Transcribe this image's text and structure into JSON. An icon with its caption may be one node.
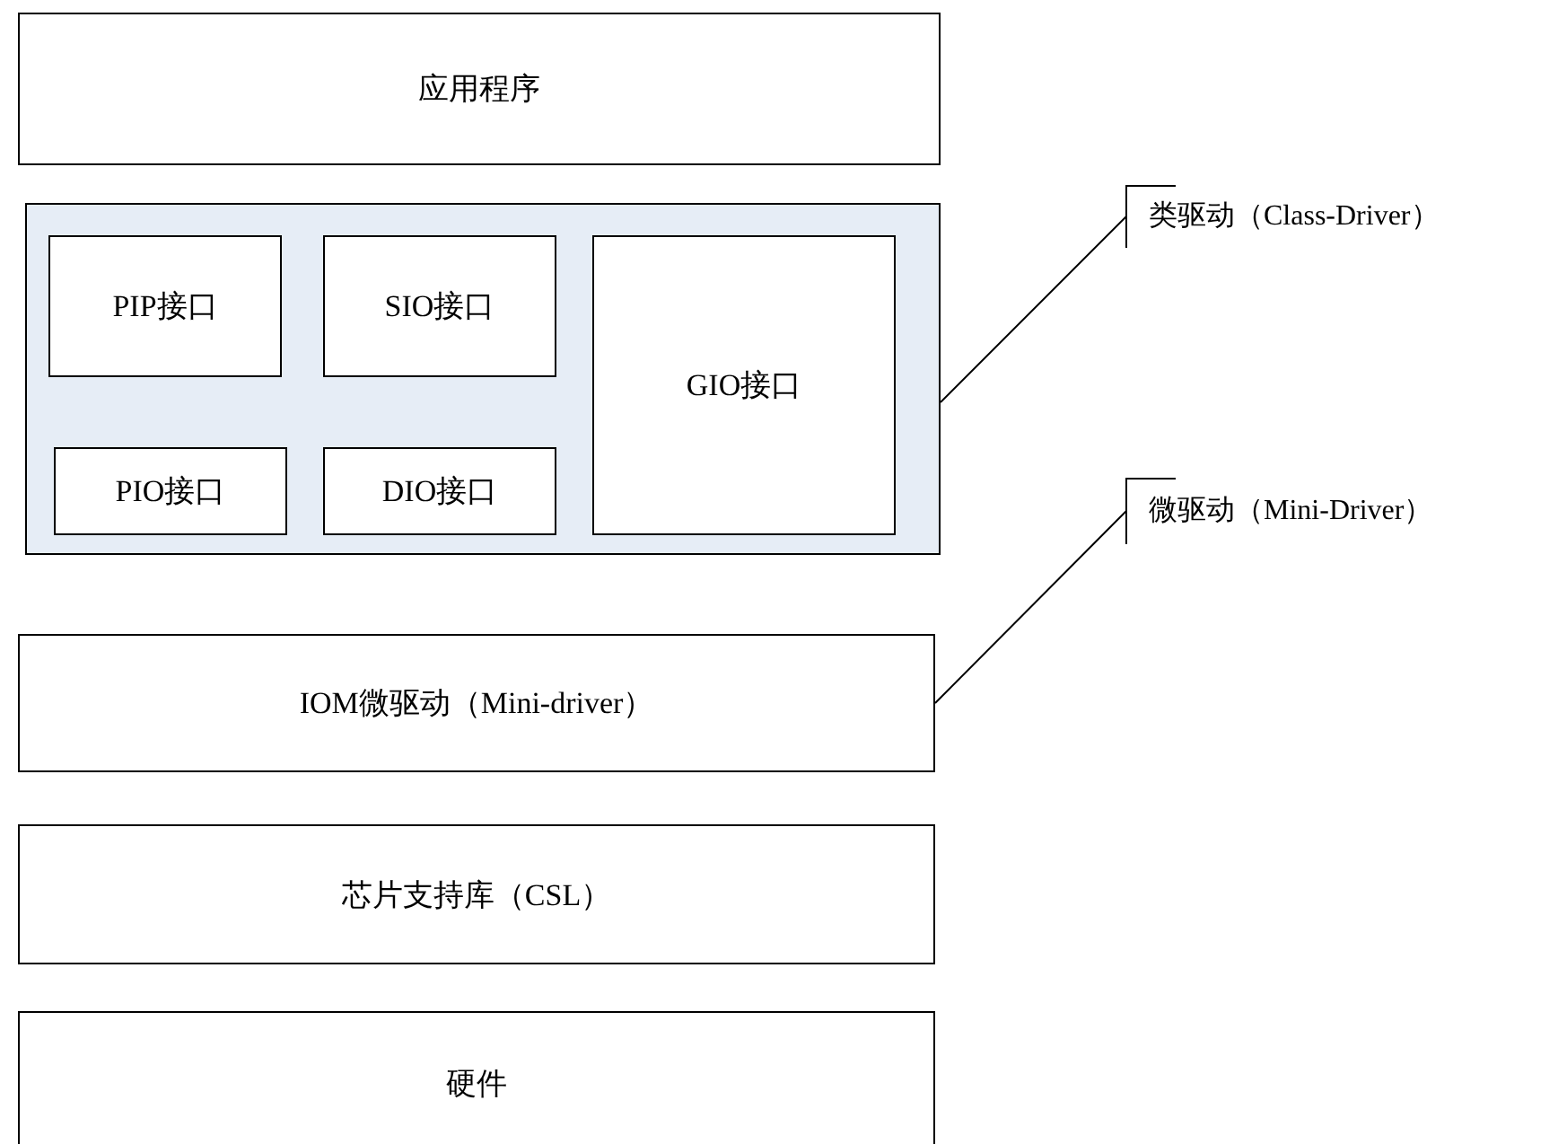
{
  "diagram": {
    "nodes": [
      {
        "text": [
          "应用程序"
        ]
      },
      {
        "text": [],
        "shape": "box"
      },
      {
        "text": [
          "PIP接口"
        ],
        "in": 1
      },
      {
        "text": [
          "SIO接口"
        ],
        "in": 1
      },
      {
        "text": [
          "GIO接口"
        ],
        "in": 1
      },
      {
        "text": [
          "PIO接口"
        ],
        "in": 1
      },
      {
        "text": [
          "DIO接口"
        ],
        "in": 1
      },
      {
        "text": [
          "IOM微驱动（Mini-driver）"
        ]
      },
      {
        "text": [
          "芯片支持库（CSL）"
        ]
      },
      {
        "text": [
          "硬件"
        ]
      },
      {
        "text": [
          "类驱动（Class-Driver）"
        ]
      },
      {
        "text": [
          "微驱动（Mini-Driver）"
        ]
      }
    ],
    "edges": [
      {
        "from": 10,
        "to": 1,
        "arrow": "none"
      },
      {
        "from": 11,
        "to": 7,
        "arrow": "none"
      }
    ]
  }
}
